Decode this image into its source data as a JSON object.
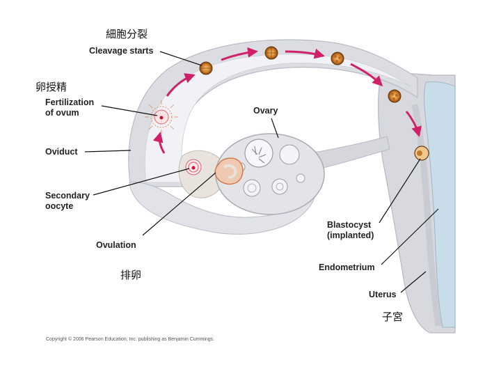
{
  "labels": {
    "cleavage": "Cleavage starts",
    "fertilization_line1": "Fertilization",
    "fertilization_line2": "of ovum",
    "oviduct": "Oviduct",
    "secondary_line1": "Secondary",
    "secondary_line2": "oocyte",
    "ovulation": "Ovulation",
    "ovary": "Ovary",
    "blastocyst_line1": "Blastocyst",
    "blastocyst_line2": "(implanted)",
    "endometrium": "Endometrium",
    "uterus": "Uterus"
  },
  "chinese_labels": {
    "cleavage": "細胞分裂",
    "fertilization": "卵授精",
    "ovulation": "排卵",
    "uterus": "子宮"
  },
  "copyright": "Copyright © 2006 Pearson Education, Inc. publishing as Benjamin Cummings.",
  "colors": {
    "tissue": "#dcdde2",
    "tissue_edge": "#b9bbc4",
    "lumen": "#f1f2f5",
    "uterine_cavity": "#c9dcea",
    "arrow": "#d0206a",
    "embryo": "#d4862e",
    "oocyte": "#e0505a"
  }
}
